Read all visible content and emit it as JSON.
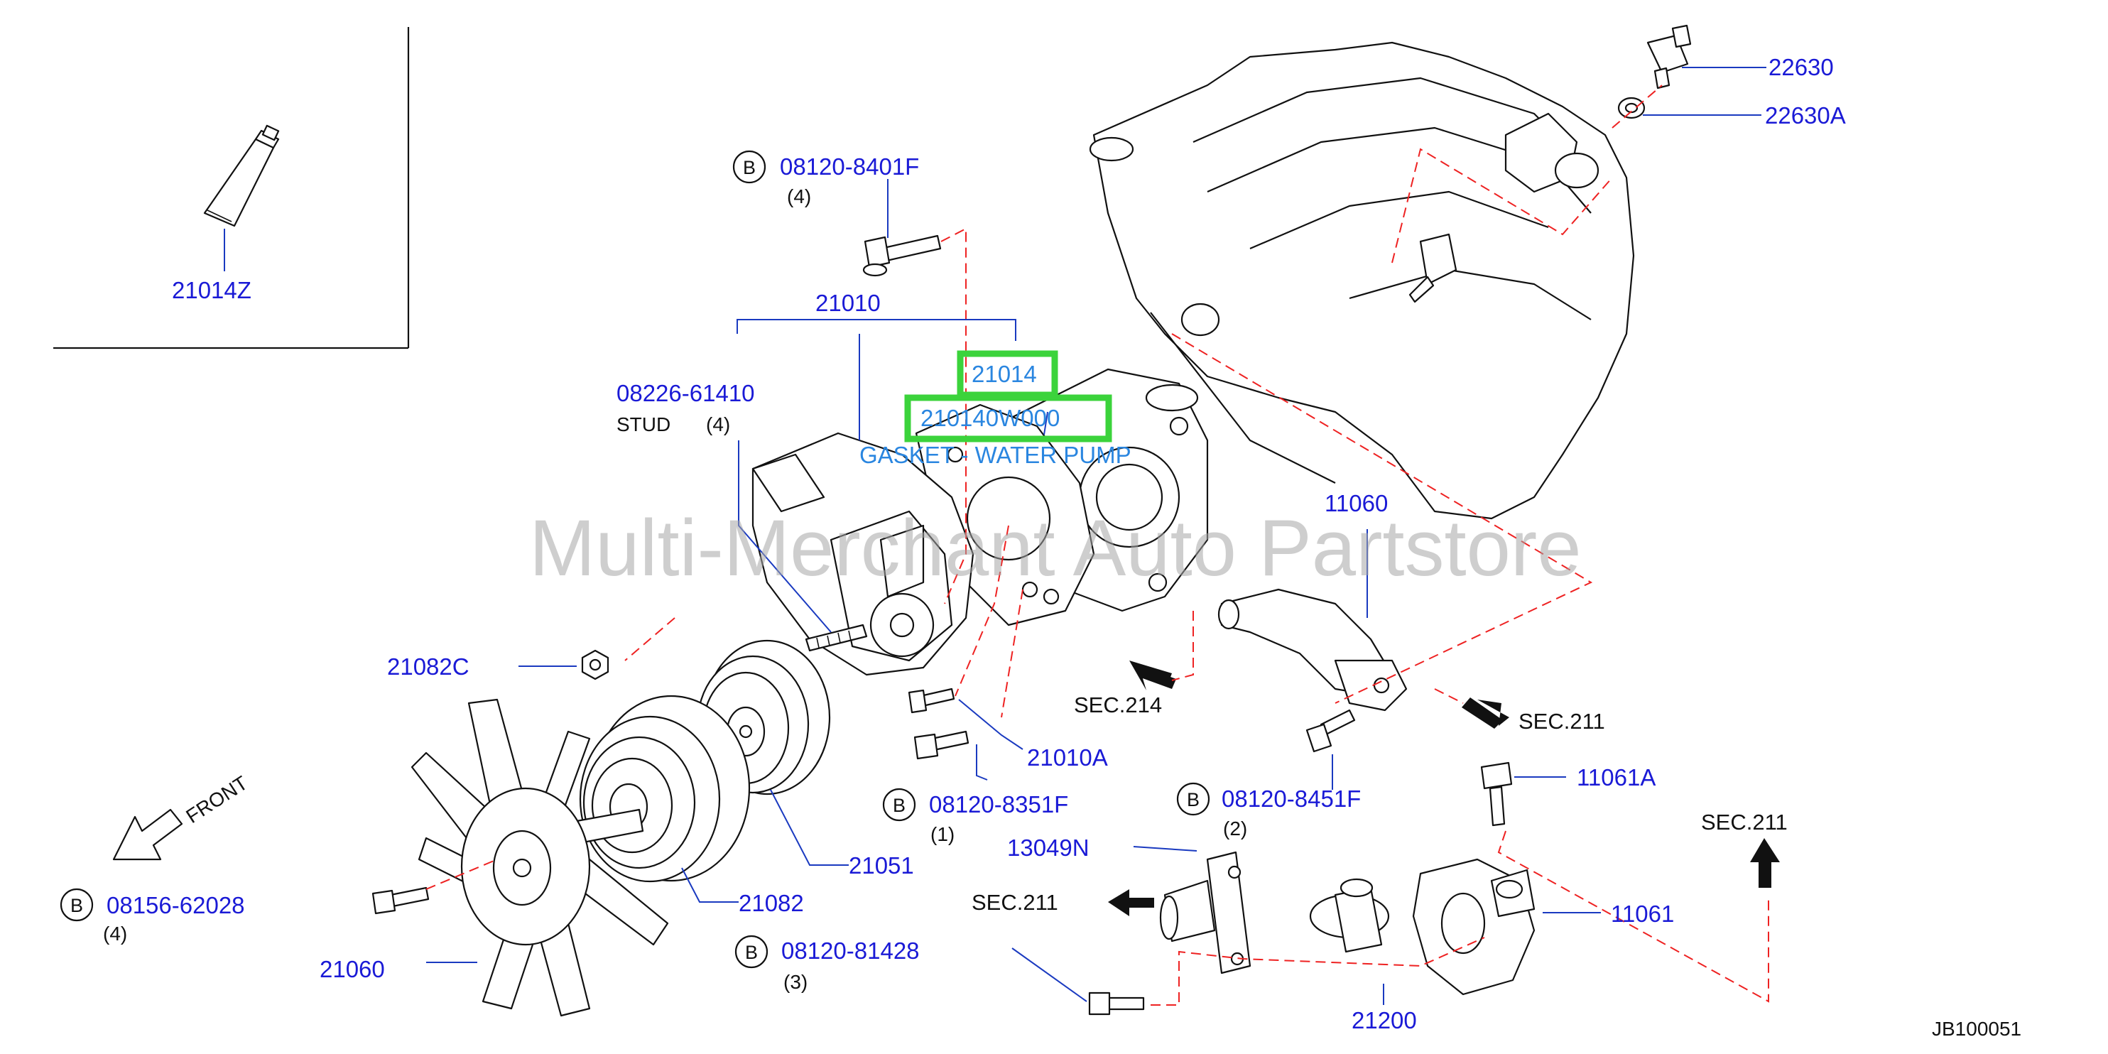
{
  "diagram": {
    "watermark": "Multi-Merchant Auto Partstore",
    "code": "JB100051",
    "front_label": "FRONT",
    "badge_letter": "B",
    "parts": {
      "p21014Z": "21014Z",
      "p08120_8401F": "08120-8401F",
      "q4a": "(4)",
      "p21010": "21010",
      "p21014": "21014",
      "p210140W000": "210140W000",
      "gasket": "GASKET - WATER PUMP",
      "p08226": "08226-61410",
      "stud": "STUD",
      "q4b": "(4)",
      "p22630": "22630",
      "p22630A": "22630A",
      "p11060": "11060",
      "p21082C": "21082C",
      "sec214": "SEC.214",
      "sec211a": "SEC.211",
      "p21010A": "21010A",
      "p08120_8351F": "08120-8351F",
      "q1": "(1)",
      "p08120_8451F": "08120-8451F",
      "q2": "(2)",
      "p11061A": "11061A",
      "sec211b": "SEC.211",
      "p13049N": "13049N",
      "sec211c": "SEC.211",
      "p21051": "21051",
      "p11061": "11061",
      "p08156": "08156-62028",
      "q4c": "(4)",
      "p21082": "21082",
      "p08120_81428": "08120-81428",
      "q3": "(3)",
      "p21060": "21060",
      "p21200": "21200"
    }
  }
}
